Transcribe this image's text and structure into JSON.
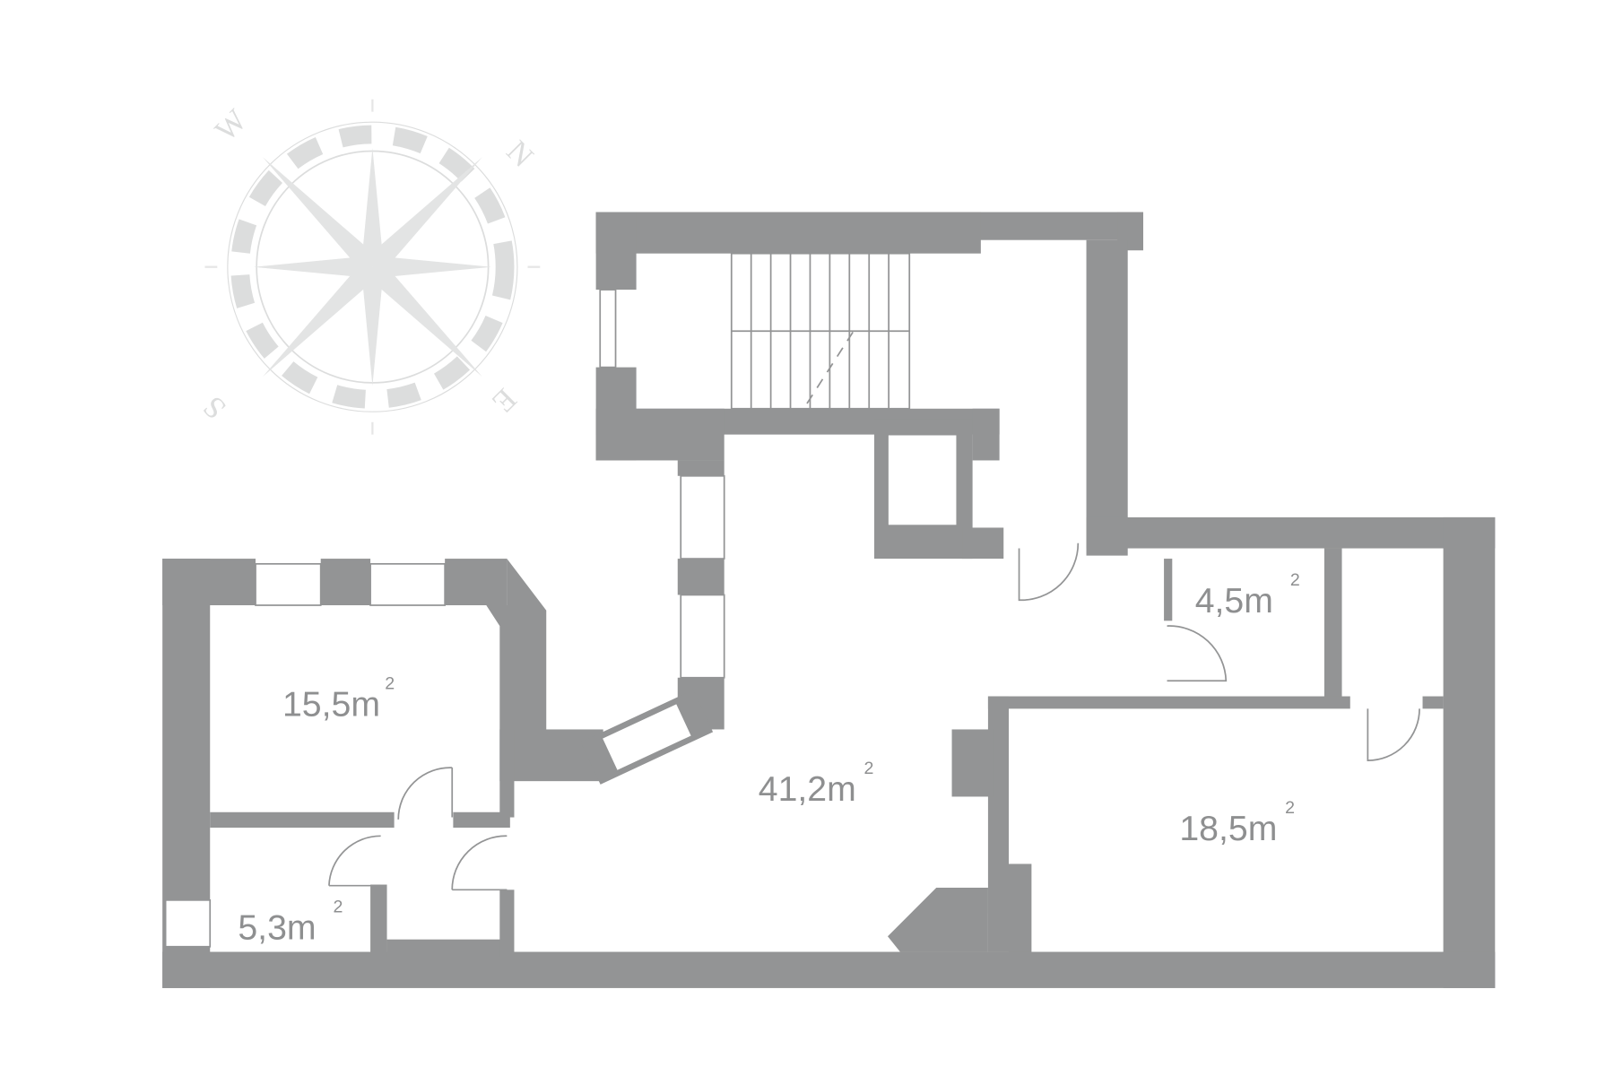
{
  "colors": {
    "wall": "#939495",
    "label": "#8e8f90",
    "compass": "#dcdddd"
  },
  "compass": {
    "north": "N",
    "south": "S",
    "east": "E",
    "west": "W"
  },
  "rooms": [
    {
      "id": "room-left-top",
      "area": "15,5m",
      "unit_sup": "2"
    },
    {
      "id": "room-left-bottom",
      "area": "5,3m",
      "unit_sup": "2"
    },
    {
      "id": "room-hall",
      "area": "41,2m",
      "unit_sup": "2"
    },
    {
      "id": "room-small",
      "area": "4,5m",
      "unit_sup": "2"
    },
    {
      "id": "room-right",
      "area": "18,5m",
      "unit_sup": "2"
    }
  ]
}
